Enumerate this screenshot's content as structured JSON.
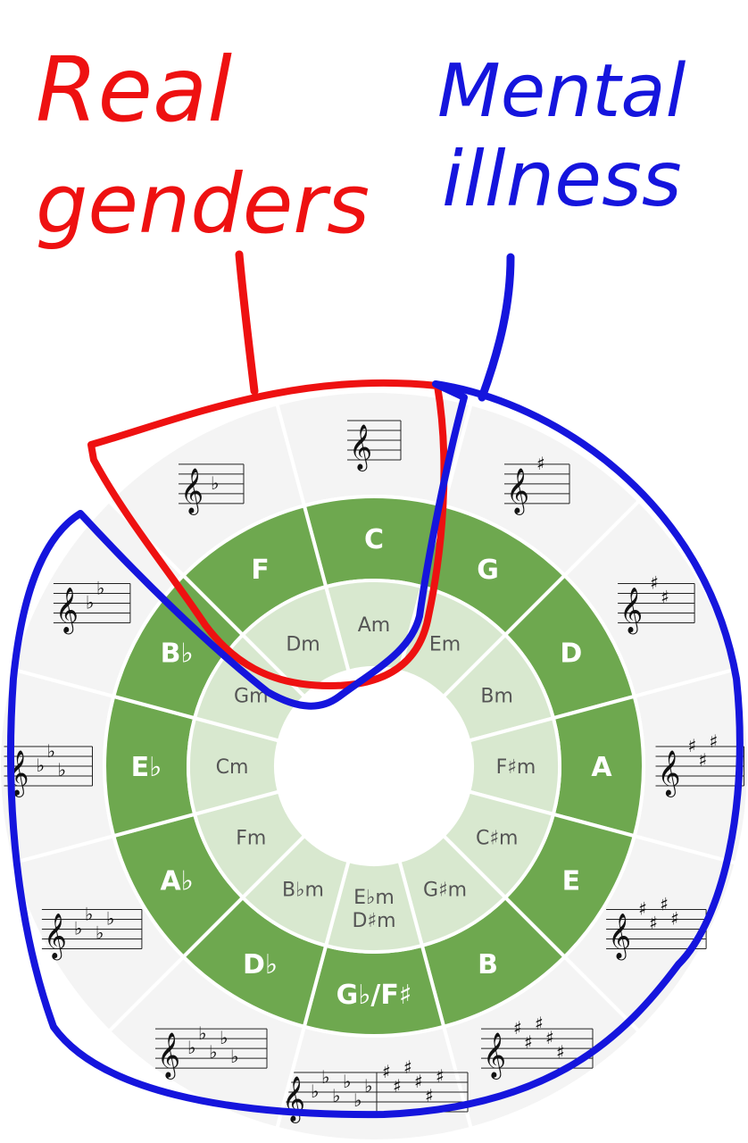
{
  "annotations": {
    "left_text_line1": "Real",
    "left_text_line2": "genders",
    "right_text_line1": "Mental",
    "right_text_line2": "illness",
    "left_color": "#ee1111",
    "right_color": "#1515dd"
  },
  "wheel": {
    "outer_color": "#f4f4f4",
    "major_color": "#6ea84f",
    "minor_color": "#d8e8cf",
    "divider_color": "#ffffff",
    "segments": [
      {
        "major": "C",
        "minor": "Am",
        "accidentals": "",
        "count": 0
      },
      {
        "major": "G",
        "minor": "Em",
        "accidentals": "sharp",
        "count": 1
      },
      {
        "major": "D",
        "minor": "Bm",
        "accidentals": "sharp",
        "count": 2
      },
      {
        "major": "A",
        "minor": "F♯m",
        "accidentals": "sharp",
        "count": 3
      },
      {
        "major": "E",
        "minor": "C♯m",
        "accidentals": "sharp",
        "count": 4
      },
      {
        "major": "B",
        "minor": "G♯m",
        "accidentals": "sharp",
        "count": 5
      },
      {
        "major": "G♭/F♯",
        "minor": "E♭m D♯m",
        "accidentals": "both",
        "count": 6
      },
      {
        "major": "D♭",
        "minor": "B♭m",
        "accidentals": "flat",
        "count": 5
      },
      {
        "major": "A♭",
        "minor": "Fm",
        "accidentals": "flat",
        "count": 4
      },
      {
        "major": "E♭",
        "minor": "Cm",
        "accidentals": "flat",
        "count": 3
      },
      {
        "major": "B♭",
        "minor": "Gm",
        "accidentals": "flat",
        "count": 2
      },
      {
        "major": "F",
        "minor": "Dm",
        "accidentals": "flat",
        "count": 1
      }
    ]
  },
  "glyphs": {
    "clef": "𝄞",
    "sharp": "♯",
    "flat": "♭"
  }
}
